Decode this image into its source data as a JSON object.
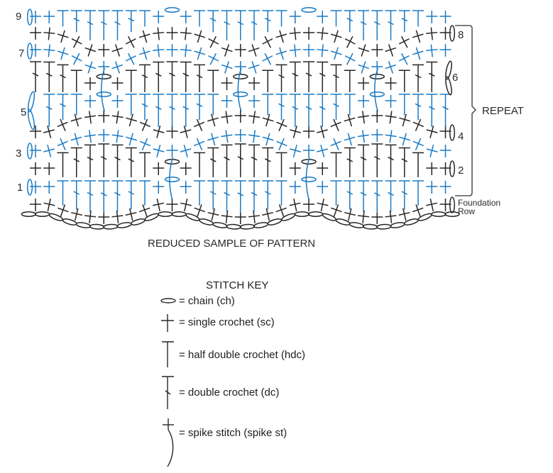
{
  "colors": {
    "blue": "#1a7ac4",
    "black": "#262626"
  },
  "chart": {
    "caption": "REDUCED SAMPLE OF PATTERN",
    "repeat_label": "REPEAT",
    "left_row_numbers": [
      "9",
      "7",
      "5",
      "3",
      "1"
    ],
    "right_row_numbers": [
      "8",
      "6",
      "4",
      "2"
    ],
    "foundation_label": [
      "Foundation",
      "Row"
    ],
    "columns": 31,
    "stitch_codes": {
      "s": "single crochet",
      "h": "half double crochet",
      "d": "double crochet",
      "c": "chain",
      "x": "none"
    },
    "rows": [
      {
        "row": "F",
        "color": "black",
        "pattern": "sssssssssssssssssssssssssssssss"
      },
      {
        "row": "1",
        "color": "blue",
        "pattern": "sshdddddhscshdddddhscshdddddhss"
      },
      {
        "row": "2",
        "color": "black",
        "pattern": "sshdddddhscshdddddhscshdddddhss"
      },
      {
        "row": "3",
        "color": "blue",
        "pattern": "sssssssssssssssssssssssssssssss"
      },
      {
        "row": "4",
        "color": "black",
        "pattern": "sssssssssssssssssssssssssssssss"
      },
      {
        "row": "5",
        "color": "blue",
        "pattern": "xddhscshdddddhscshdddddhscshddd"
      },
      {
        "row": "6",
        "color": "black",
        "pattern": "dddhscshdddddhscshdddddhscshddx"
      },
      {
        "row": "7",
        "color": "blue",
        "pattern": "sssssssssssssssssssssssssssssss"
      },
      {
        "row": "8",
        "color": "black",
        "pattern": "sssssssssssssssssssssssssssssss"
      },
      {
        "row": "9",
        "color": "blue",
        "pattern": "sshdddddhscshdddddhscshdddddhss"
      }
    ]
  },
  "key": {
    "title": "STITCH KEY",
    "items": [
      {
        "symbol": "chain-icon",
        "label": "= chain (ch)"
      },
      {
        "symbol": "single-crochet-icon",
        "label": "= single crochet (sc)"
      },
      {
        "symbol": "half-double-crochet-icon",
        "label": "= half double crochet (hdc)"
      },
      {
        "symbol": "double-crochet-icon",
        "label": "= double crochet (dc)"
      },
      {
        "symbol": "spike-stitch-icon",
        "label": "= spike stitch (spike st)"
      }
    ]
  }
}
